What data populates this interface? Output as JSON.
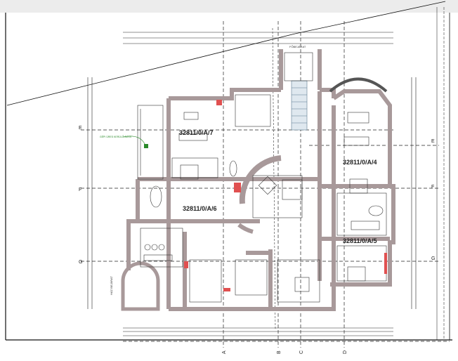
{
  "units": [
    "32811/0/A/7",
    "32811/0/A/6",
    "32811/0/A/4",
    "32811/0/A/5"
  ],
  "grid_rows": [
    "E",
    "F",
    "G"
  ],
  "grid_cols": [
    "A",
    "B",
    "C",
    "D"
  ],
  "entrance_top": "FŐBEJÁRAT",
  "entrance_left": "HÁZ BEJÁRAT",
  "note": "GÉPI ÚRES KERÜLŐ ÁGYA",
  "colors": {
    "wall": "#a8999a",
    "fire_door": "#e05050",
    "note": "#2a8a2a",
    "stair": "#5a7a90"
  }
}
